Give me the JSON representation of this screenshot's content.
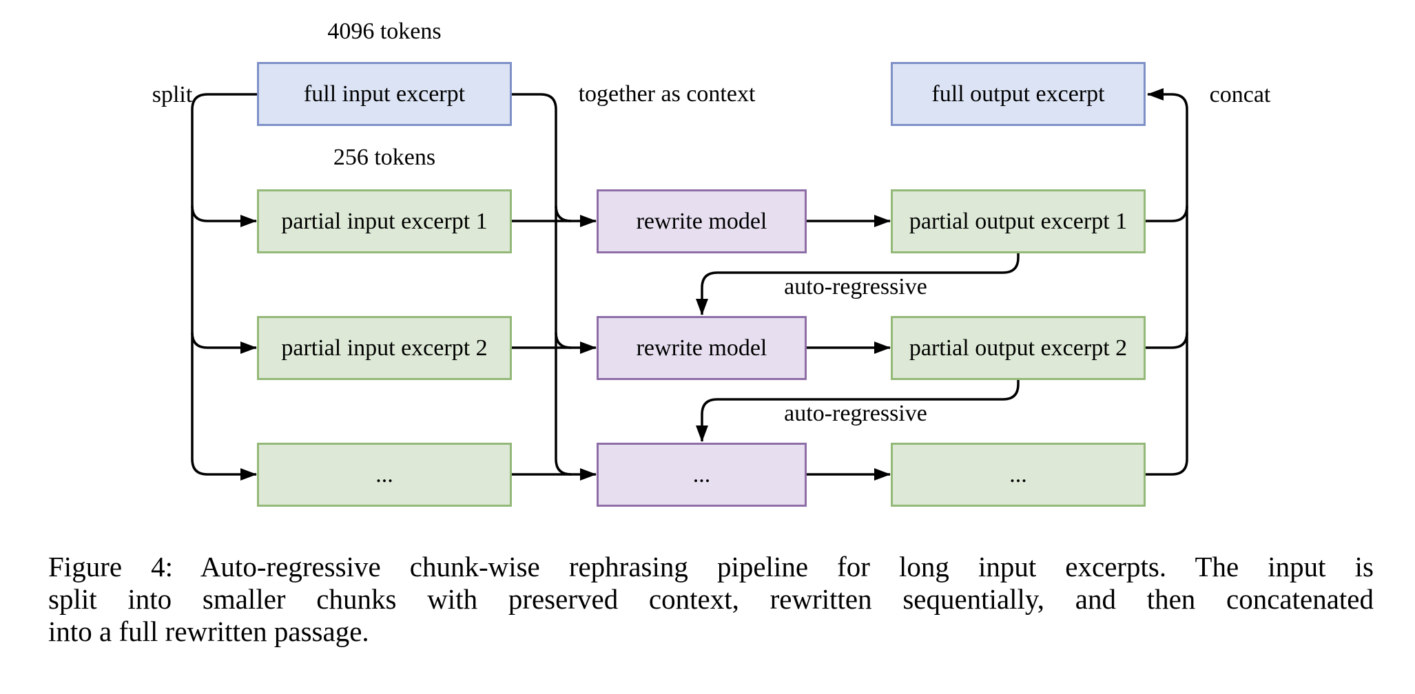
{
  "figure": {
    "top_labels": {
      "full_tokens": "4096 tokens",
      "partial_tokens": "256 tokens"
    },
    "edge_labels": {
      "split": "split",
      "together": "together as context",
      "concat": "concat",
      "auto_regressive_1": "auto-regressive",
      "auto_regressive_2": "auto-regressive"
    },
    "boxes": {
      "full_input": "full input excerpt",
      "full_output": "full output excerpt",
      "partial_inputs": [
        "partial input excerpt 1",
        "partial input excerpt 2",
        "..."
      ],
      "rewrite_models": [
        "rewrite model",
        "rewrite model",
        "..."
      ],
      "partial_outputs": [
        "partial output excerpt 1",
        "partial output excerpt 2",
        "..."
      ]
    },
    "colors": {
      "blue_fill": "#dbe3f5",
      "blue_border": "#7e90c6",
      "green_fill": "#dde9d6",
      "green_border": "#93b877",
      "purple_fill": "#e7dff0",
      "purple_border": "#8e6da7",
      "arrow": "#000000"
    },
    "caption_lines": [
      "Figure 4: Auto-regressive chunk-wise rephrasing pipeline for long input excerpts. The input is",
      "split into smaller chunks with preserved context, rewritten sequentially, and then concatenated",
      "into a full rewritten passage."
    ]
  }
}
